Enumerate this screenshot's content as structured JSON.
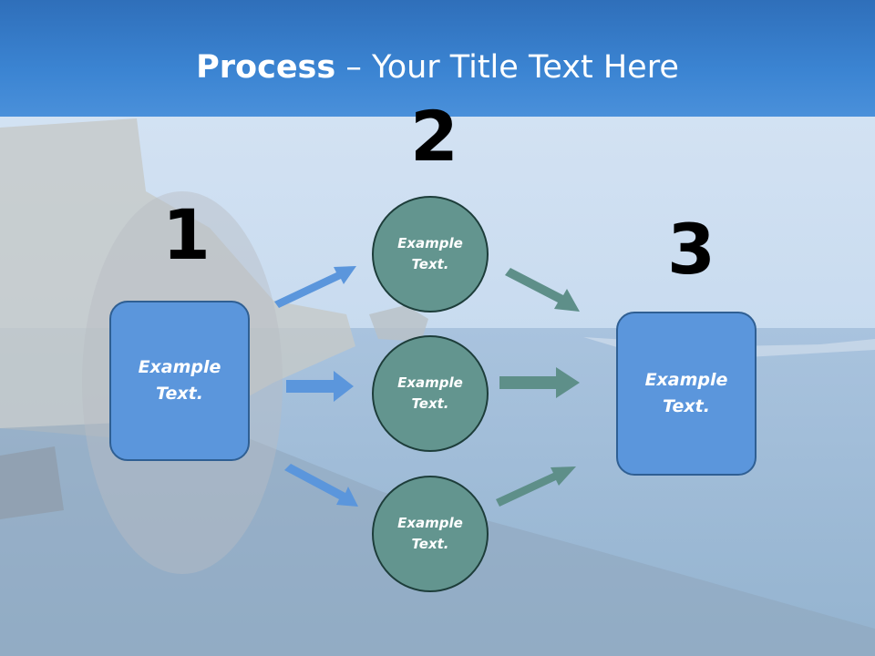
{
  "slide": {
    "title_bold": "Process",
    "title_rest": " – Your Title Text Here",
    "steps": [
      "1",
      "2",
      "3"
    ],
    "left_box": "Example Text.",
    "right_box": "Example Text.",
    "circles": [
      "Example Text.",
      "Example Text.",
      "Example Text."
    ]
  },
  "colors": {
    "title_bar": "#3b84d2",
    "box_fill": "#5b96dc",
    "circle_fill": "#63958f",
    "blue_arrow": "#5b96dc",
    "teal_arrow": "#5e8f89"
  }
}
